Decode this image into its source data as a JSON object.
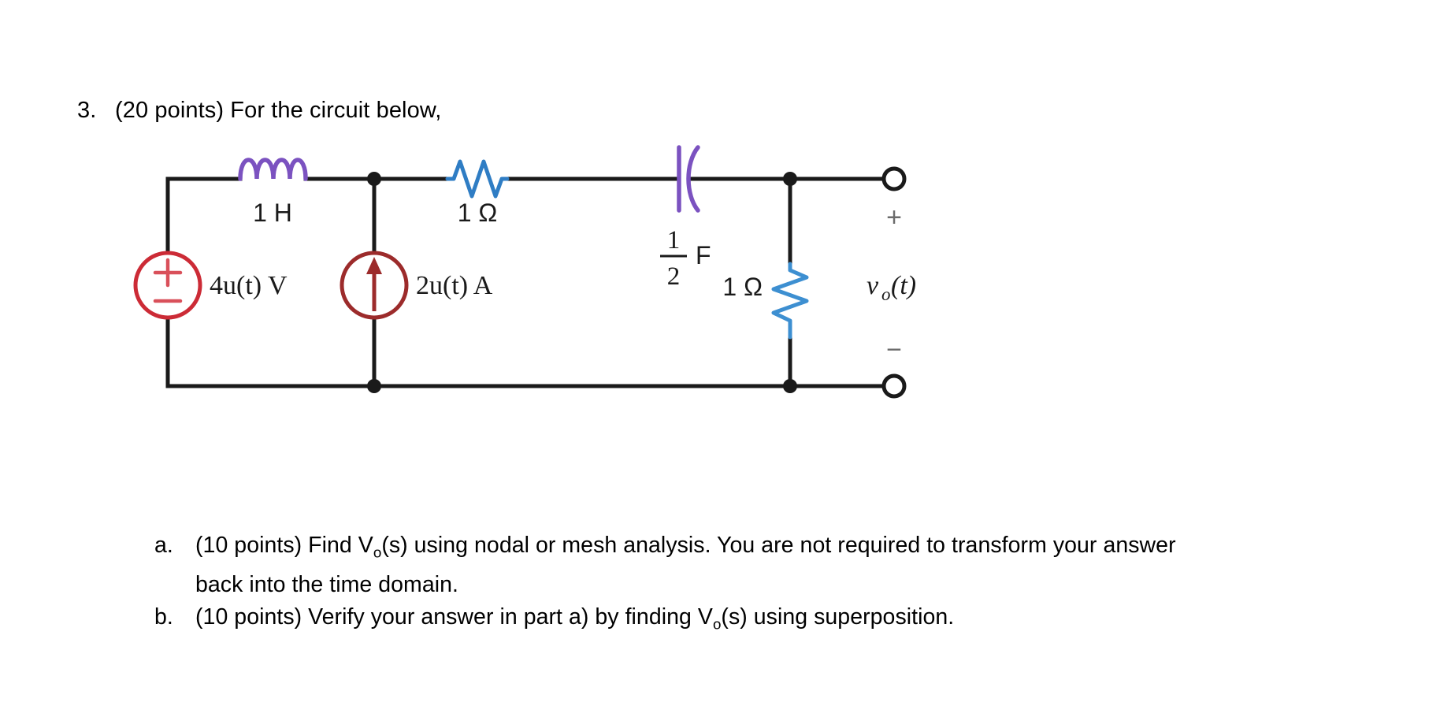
{
  "problem": {
    "number": "3.",
    "statement": "(20 points) For the circuit below,"
  },
  "circuit": {
    "voltage_source": {
      "label": "4u(t) V",
      "plus": "+",
      "minus": "−",
      "color": "#cc2b36"
    },
    "inductor": {
      "label": "1 H",
      "color": "#7b52c0"
    },
    "current_source": {
      "label": "2u(t) A",
      "color": "#9c2b2b"
    },
    "resistor_series": {
      "label": "1 Ω",
      "color": "#2f7dc4"
    },
    "capacitor": {
      "numerator": "1",
      "denominator": "2",
      "unit": "F",
      "color": "#7b52c0"
    },
    "resistor_load": {
      "label": "1 Ω",
      "color": "#3d8fd1"
    },
    "output": {
      "plus": "+",
      "minus": "−",
      "label_v": "v",
      "label_sub": "o",
      "label_arg": "(t)"
    },
    "wire_color": "#1a1a1a"
  },
  "subquestions": [
    {
      "label": "a.",
      "line1_pre": "(10 points) Find V",
      "line1_sub": "o",
      "line1_post": "(s) using nodal or mesh analysis. You are not required to transform your",
      "line2": "answer back into the time domain."
    },
    {
      "label": "b.",
      "line1_pre": "(10 points) Verify your answer in part a) by finding V",
      "line1_sub": "o",
      "line1_post": "(s) using superposition."
    }
  ]
}
